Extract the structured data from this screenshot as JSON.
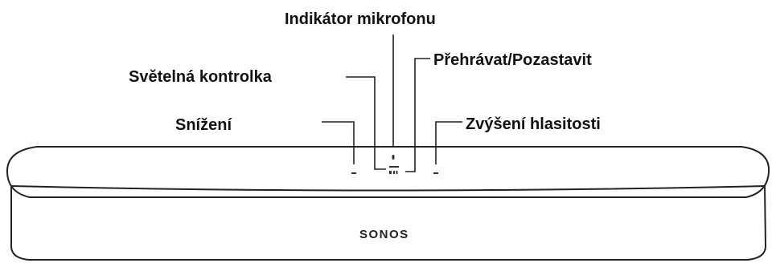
{
  "labels": {
    "microphone_indicator": "Indikátor mikrofonu",
    "status_light": "Světelná kontrolka",
    "play_pause": "Přehrávat/Pozastavit",
    "volume_down": "Snížení",
    "volume_up": "Zvýšení hlasitosti"
  },
  "brand": "SONOS",
  "colors": {
    "outline": "#222222",
    "text": "#111111",
    "background": "#ffffff"
  }
}
